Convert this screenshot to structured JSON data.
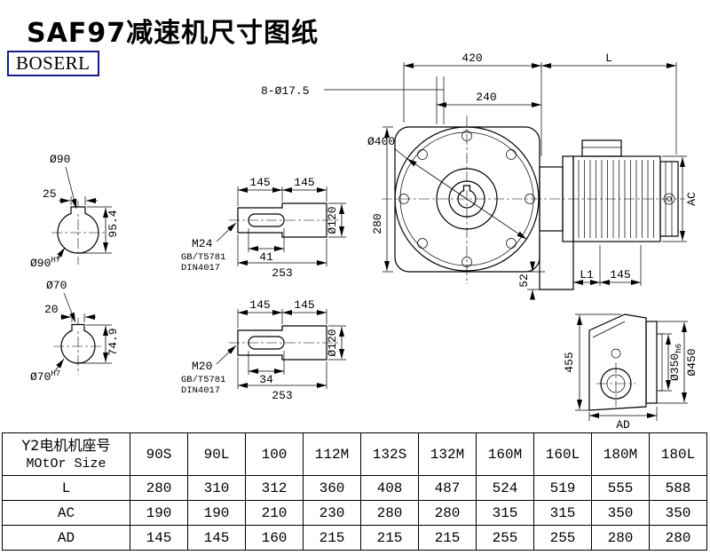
{
  "page": {
    "title": "SAF97减速机尺寸图纸",
    "brand": "BOSERL"
  },
  "shaft_section_top": {
    "dia": "Ø90",
    "key_width": "25",
    "key_height": "95.4",
    "bore": "Ø90",
    "bore_tol": "H7"
  },
  "shaft_section_bottom": {
    "dia": "Ø70",
    "key_width": "20",
    "key_height": "74.9",
    "bore": "Ø70",
    "bore_tol": "H7"
  },
  "shaft_top": {
    "len_a": "145",
    "len_b": "145",
    "dia": "Ø120",
    "thread": "M24",
    "std_gb": "GB/T5781",
    "std_din": "DIN4017",
    "key_len": "41",
    "total_len": "253"
  },
  "shaft_bottom": {
    "len_a": "145",
    "len_b": "145",
    "dia": "Ø120",
    "thread": "M20",
    "std_gb": "GB/T5781",
    "std_din": "DIN4017",
    "key_len": "34",
    "total_len": "253"
  },
  "front_view": {
    "overall_width": "420",
    "motor_len": "L",
    "bolt_holes": "8-Ø17.5",
    "inner_width": "240",
    "flange_dia": "Ø400",
    "center_height": "280",
    "foot_offset": "52",
    "motor_height": "AC",
    "dim_l1": "L1",
    "dim_145": "145"
  },
  "side_view": {
    "height": "455",
    "spigot_dia": "Ø350",
    "spigot_tol": "h6",
    "flange_dia": "Ø450",
    "width": "AD"
  },
  "table": {
    "header": {
      "line1": "Y2电机机座号",
      "line2": "MOtOr Size"
    },
    "columns": [
      "90S",
      "90L",
      "100",
      "112M",
      "132S",
      "132M",
      "160M",
      "160L",
      "180M",
      "180L"
    ],
    "rows": [
      {
        "label": "L",
        "values": [
          "280",
          "310",
          "312",
          "360",
          "408",
          "487",
          "524",
          "519",
          "555",
          "588"
        ]
      },
      {
        "label": "AC",
        "values": [
          "190",
          "190",
          "210",
          "230",
          "280",
          "280",
          "315",
          "315",
          "350",
          "350"
        ]
      },
      {
        "label": "AD",
        "values": [
          "145",
          "145",
          "160",
          "215",
          "215",
          "215",
          "255",
          "255",
          "280",
          "280"
        ]
      }
    ]
  },
  "colors": {
    "line": "#000000",
    "brand_border": "#181c86",
    "background": "#ffffff"
  }
}
